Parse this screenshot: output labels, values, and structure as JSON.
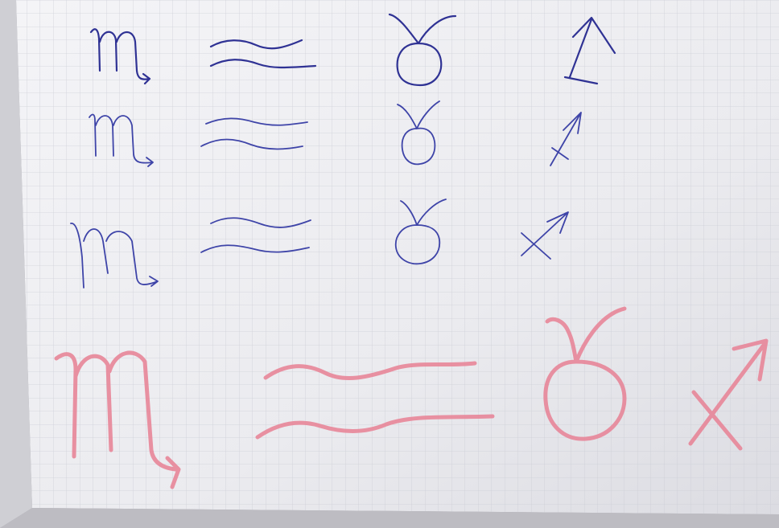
{
  "photo": {
    "description_free": true,
    "ink": {
      "pen": "#3e44a8",
      "pen_dark": "#2f3294",
      "marker": "#e7889a"
    },
    "paper": {
      "base": "#efeff3",
      "grid": "#c9cbd3"
    },
    "symbol_rows": [
      {
        "row": "pen-row-1",
        "glyphs": [
          "scorpio",
          "aquarius",
          "taurus",
          "sagittarius"
        ]
      },
      {
        "row": "pen-row-2",
        "glyphs": [
          "scorpio",
          "aquarius",
          "taurus",
          "sagittarius"
        ]
      },
      {
        "row": "pen-row-3",
        "glyphs": [
          "scorpio",
          "aquarius",
          "taurus",
          "sagittarius"
        ]
      },
      {
        "row": "marker-row",
        "glyphs": [
          "scorpio",
          "aquarius",
          "taurus",
          "sagittarius"
        ]
      }
    ]
  }
}
